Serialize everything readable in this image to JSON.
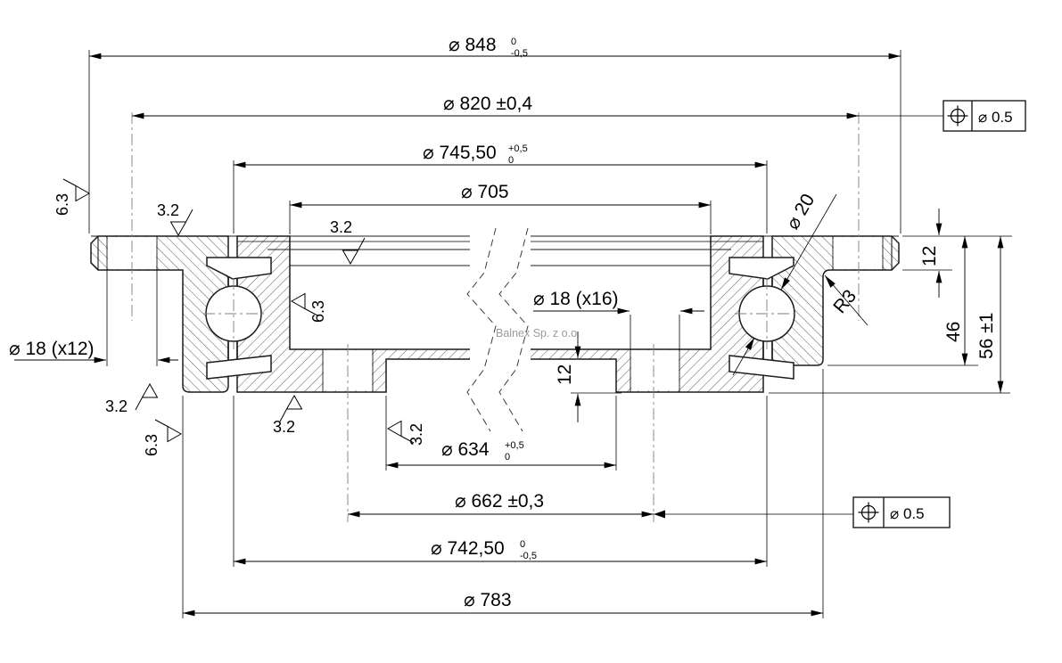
{
  "drawing": {
    "watermark": "Balnex Sp. z o.o.",
    "dims": {
      "d848": {
        "main": "⌀ 848",
        "tol_top": "0",
        "tol_bot": "-0,5"
      },
      "d820": {
        "main": "⌀ 820 ±0,4"
      },
      "d745": {
        "main": "⌀ 745,50",
        "tol_top": "+0,5",
        "tol_bot": "0"
      },
      "d705": {
        "main": "⌀ 705"
      },
      "d634": {
        "main": "⌀ 634",
        "tol_top": "+0,5",
        "tol_bot": "0"
      },
      "d662": {
        "main": "⌀ 662 ±0,3"
      },
      "d742": {
        "main": "⌀ 742,50",
        "tol_top": "0",
        "tol_bot": "-0,5"
      },
      "d783": {
        "main": "⌀ 783"
      },
      "bolt12": {
        "main": "⌀ 18 (x12)"
      },
      "bolt16": {
        "main": "⌀ 18 (x16)"
      },
      "ball": {
        "main": "⌀ 20"
      },
      "fillet": {
        "main": "R3"
      },
      "th12_flange": "12",
      "th46": "46",
      "th56": "56 ±1",
      "th12_recess": "12"
    },
    "roughness": {
      "r1": "6.3",
      "r2": "3.2",
      "r3": "3.2",
      "r4": "6.3",
      "r5": "3.2",
      "r6": "3.2",
      "r7": "6.3",
      "r8": "3.2"
    },
    "gdt_top": {
      "value": "⌀  0.5"
    },
    "gdt_bottom": {
      "value": "⌀  0.5"
    }
  }
}
